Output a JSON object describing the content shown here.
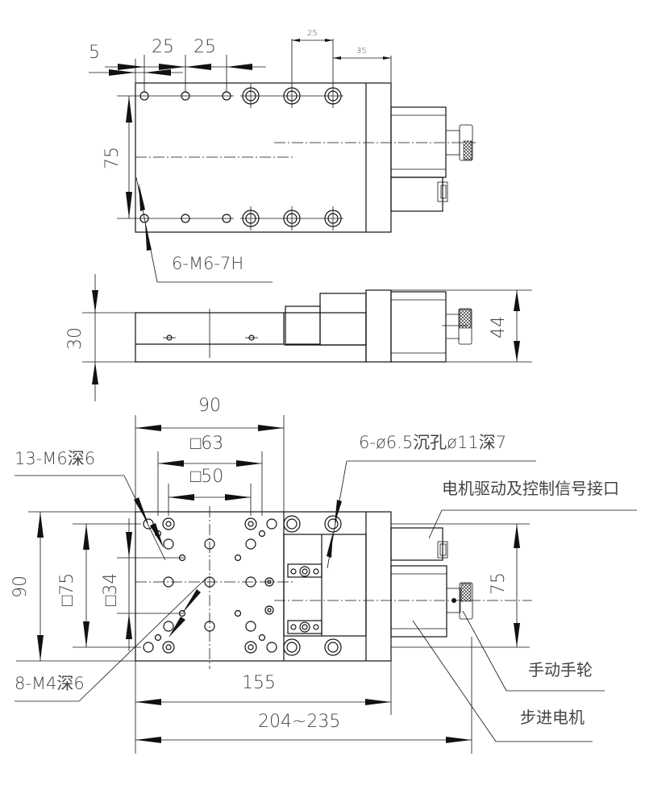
{
  "drawing": {
    "title": "Motorized linear stage outline drawing",
    "color": "#111111",
    "top_view": {
      "dims": {
        "edge_offset": "5",
        "pitch_1": "25",
        "pitch_2": "25",
        "counterbore_pitch": "25",
        "motor_offset": "35",
        "hole_spacing": "75"
      },
      "callouts": {
        "tapped_holes": "6-M6-7H"
      }
    },
    "side_view": {
      "dims": {
        "stage_height": "30",
        "motor_height": "44"
      }
    },
    "bottom_view": {
      "dims": {
        "width": "90",
        "square_63": "□63",
        "square_50": "□50",
        "square_75": "□75",
        "square_34": "□34",
        "height_90": "90",
        "motor_75": "75",
        "length_155": "155",
        "overall_length": "204~235"
      },
      "callouts": {
        "m6_holes": "13-M6深6",
        "m4_holes": "8-M4深6",
        "counterbored_holes": "6-ø6.5沉孔ø11深7",
        "motor_interface": "电机驱动及控制信号接口",
        "handwheel": "手动手轮",
        "stepper_motor": "步进电机"
      }
    }
  }
}
